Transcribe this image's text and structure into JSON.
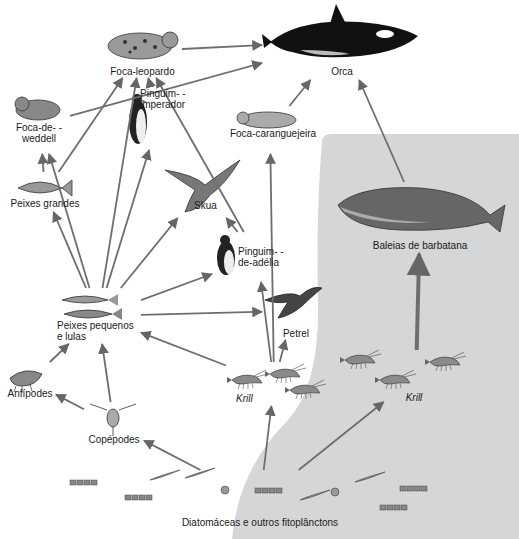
{
  "diagram": {
    "nodes": [
      {
        "text": [
          "Foca-leopardo"
        ]
      },
      {
        "text": [
          "Orca"
        ]
      },
      {
        "text": [
          "Foca-de- -weddell"
        ]
      },
      {
        "text": [
          "Pinguim- -imperador"
        ]
      },
      {
        "text": [
          "Foca-caranguejeira"
        ]
      },
      {
        "text": [
          "Peixes grandes"
        ]
      },
      {
        "text": [
          "Skua"
        ]
      },
      {
        "text": [
          "Baleias de barbatana"
        ]
      },
      {
        "text": [
          "Pinguim- -de-adélia"
        ]
      },
      {
        "text": [
          "Peixes pequenos e lulas"
        ]
      },
      {
        "text": [
          "Petrel"
        ]
      },
      {
        "text": [
          "Anfípodes"
        ]
      },
      {
        "text": [
          "Krill"
        ]
      },
      {
        "text": [
          "Krill"
        ]
      },
      {
        "text": [
          "Copépodes"
        ]
      },
      {
        "text": [
          "Diatomáceas e outros fitoplânctons"
        ]
      }
    ],
    "edges": [
      {
        "from": 0,
        "to": 1,
        "arrow": "to"
      },
      {
        "from": 2,
        "to": 1,
        "arrow": "to"
      },
      {
        "from": 4,
        "to": 1,
        "arrow": "to"
      },
      {
        "from": 7,
        "to": 1,
        "arrow": "to"
      },
      {
        "from": 3,
        "to": 0,
        "arrow": "to"
      },
      {
        "from": 5,
        "to": 2,
        "arrow": "to"
      },
      {
        "from": 5,
        "to": 0,
        "arrow": "to"
      },
      {
        "from": 9,
        "to": 2,
        "arrow": "to"
      },
      {
        "from": 9,
        "to": 0,
        "arrow": "to"
      },
      {
        "from": 9,
        "to": 3,
        "arrow": "to"
      },
      {
        "from": 9,
        "to": 5,
        "arrow": "to"
      },
      {
        "from": 9,
        "to": 6,
        "arrow": "to"
      },
      {
        "from": 9,
        "to": 10,
        "arrow": "to"
      },
      {
        "from": 9,
        "to": 8,
        "arrow": "to"
      },
      {
        "from": 8,
        "to": 0,
        "arrow": "to"
      },
      {
        "from": 8,
        "to": 6,
        "arrow": "to"
      },
      {
        "from": 12,
        "to": 4,
        "arrow": "to"
      },
      {
        "from": 12,
        "to": 8,
        "arrow": "to"
      },
      {
        "from": 12,
        "to": 10,
        "arrow": "to"
      },
      {
        "from": 12,
        "to": 9,
        "arrow": "to"
      },
      {
        "from": 13,
        "to": 7,
        "arrow": "to"
      },
      {
        "from": 15,
        "to": 13,
        "arrow": "to"
      },
      {
        "from": 15,
        "to": 12,
        "arrow": "to"
      },
      {
        "from": 15,
        "to": 14,
        "arrow": "to"
      },
      {
        "from": 14,
        "to": 9,
        "arrow": "to"
      },
      {
        "from": 14,
        "to": 11,
        "arrow": "to"
      },
      {
        "from": 11,
        "to": 9,
        "arrow": "to"
      }
    ]
  }
}
